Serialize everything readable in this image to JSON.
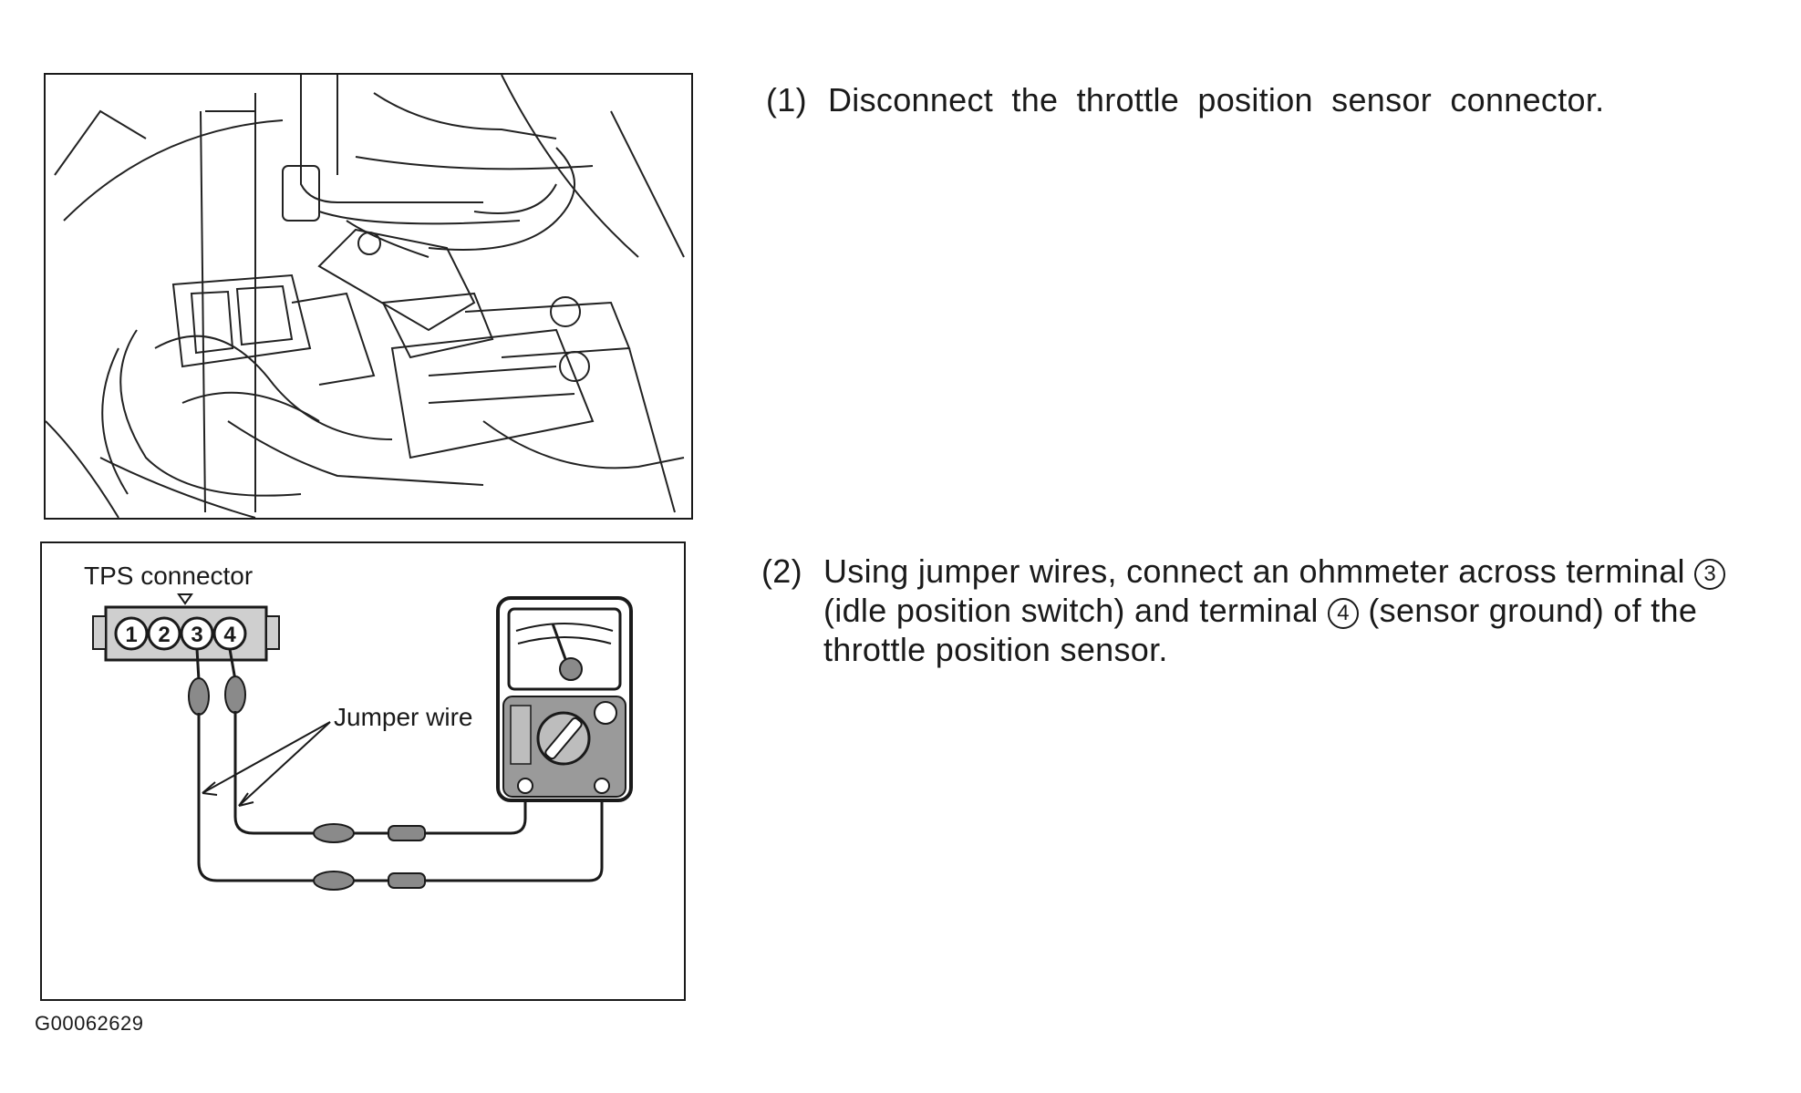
{
  "steps": [
    {
      "number": "(1)",
      "text": "Disconnect the throttle position sensor connector."
    },
    {
      "number": "(2)",
      "text_part1": "Using jumper wires, connect an ohmmeter across terminal",
      "term_a": "3",
      "text_part2": "(idle position switch) and terminal",
      "term_b": "4",
      "text_part3": "(sensor ground) of the throttle position sensor."
    }
  ],
  "diagram": {
    "connector_label": "TPS connector",
    "pins": [
      "1",
      "2",
      "3",
      "4"
    ],
    "wire_label": "Jumper wire"
  },
  "figure_code": "G00062629"
}
